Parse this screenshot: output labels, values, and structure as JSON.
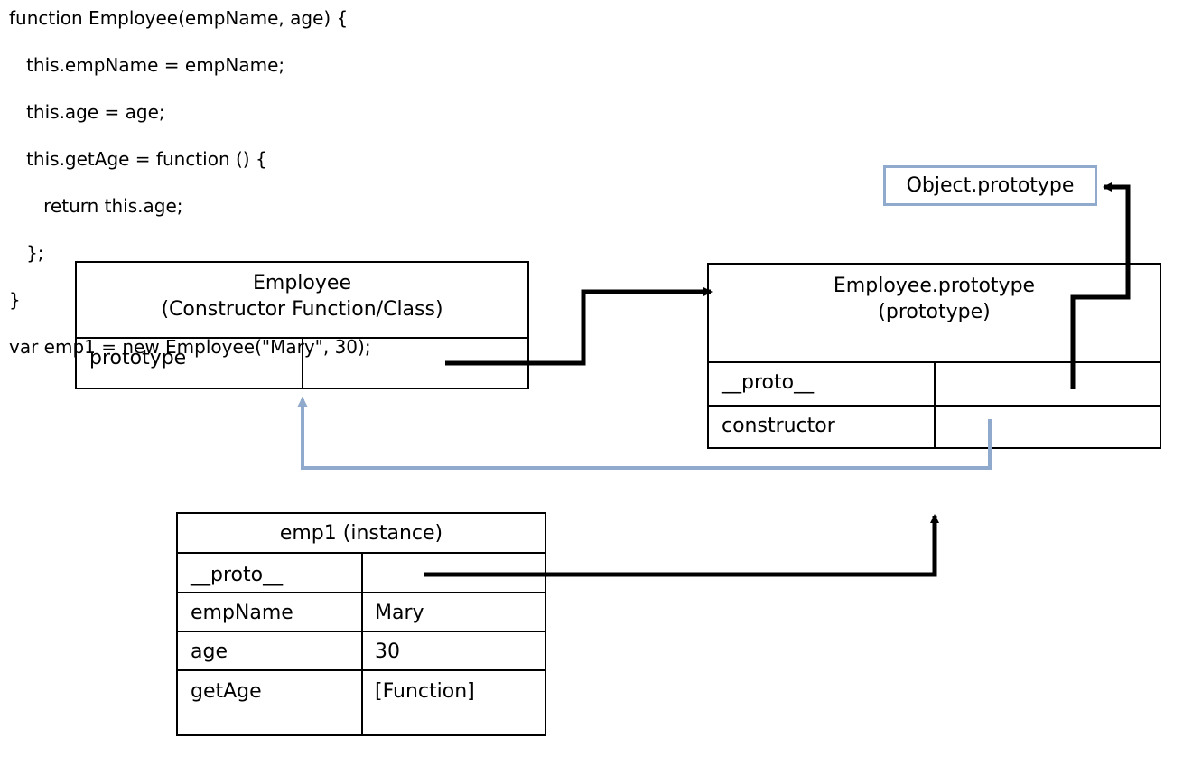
{
  "code": [
    "function Employee(empName, age) {",
    "   this.empName = empName;",
    "   this.age = age;",
    "   this.getAge = function () {",
    "      return this.age;",
    "   };",
    "}",
    "var emp1 = new Employee(\"Mary\", 30);"
  ],
  "employee_box": {
    "title_line1": "Employee",
    "title_line2": "(Constructor Function/Class)",
    "prototype_label": "prototype"
  },
  "prototype_box": {
    "title_line1": "Employee.prototype",
    "title_line2": "(prototype)",
    "proto_label": "__proto__",
    "constructor_label": "constructor"
  },
  "object_prototype": "Object.prototype",
  "instance_box": {
    "title": "emp1 (instance)",
    "rows": [
      {
        "key": "__proto__",
        "value": ""
      },
      {
        "key": "empName",
        "value": "Mary"
      },
      {
        "key": "age",
        "value": "30"
      },
      {
        "key": "getAge",
        "value": "[Function]"
      }
    ]
  },
  "colors": {
    "arrow_black": "#000000",
    "arrow_blue": "#8faacc"
  }
}
